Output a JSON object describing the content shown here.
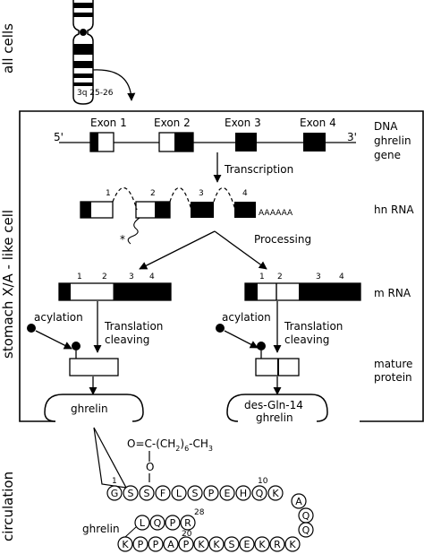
{
  "side_labels": {
    "all_cells": "all cells",
    "stomach": "stomach X/A - like cell",
    "circulation": "circulation"
  },
  "chromosome_locus": "3q 25-26",
  "gene": {
    "five_prime": "5'",
    "three_prime": "3'",
    "exons": [
      "Exon 1",
      "Exon 2",
      "Exon 3",
      "Exon 4"
    ],
    "label_lines": [
      "DNA",
      "ghrelin",
      "gene"
    ]
  },
  "transcription": "Transcription",
  "hn_rna": {
    "numbers": [
      "1",
      "2",
      "3",
      "4"
    ],
    "polyA": "AAAAAA",
    "label": "hn RNA",
    "asterisk": "*"
  },
  "processing": "Processing",
  "mrna": {
    "numbers": [
      "1",
      "2",
      "3",
      "4"
    ],
    "label": "m RNA"
  },
  "left_path": {
    "acylation": "acylation",
    "translation_lines": [
      "Translation",
      "cleaving"
    ],
    "product": "ghrelin"
  },
  "right_path": {
    "acylation": "acylation",
    "translation_lines": [
      "Translation",
      "cleaving"
    ],
    "product_lines": [
      "des-Gln-14",
      "ghrelin"
    ]
  },
  "mature_protein_lines": [
    "mature",
    "protein"
  ],
  "octanoyl_group": {
    "line1": "O=C-(CH",
    "sub1": "2",
    "line1b": ")",
    "sub2": "6",
    "line1c": "-CH",
    "sub3": "3",
    "ester_o": "O"
  },
  "peptide": {
    "label": "ghrelin",
    "row1": [
      "G",
      "S",
      "S",
      "F",
      "L",
      "S",
      "P",
      "E",
      "H",
      "Q",
      "K"
    ],
    "turn": [
      "A",
      "Q",
      "Q"
    ],
    "row2": [
      "K",
      "R",
      "K",
      "E",
      "S",
      "K",
      "K",
      "P",
      "A",
      "P",
      "P",
      "K"
    ],
    "row3": [
      "L",
      "Q",
      "P",
      "R"
    ],
    "numbers": [
      "1",
      "10",
      "20",
      "28"
    ]
  }
}
